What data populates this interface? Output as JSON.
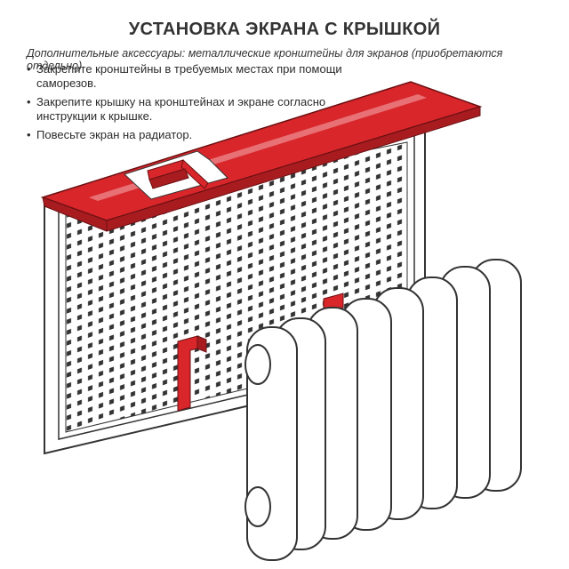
{
  "title": "УСТАНОВКА ЭКРАНА С КРЫШКОЙ",
  "subtitle": "Дополнительные аксессуары: металлические кронштейны для экранов (приобретаются отдельно).",
  "bullet_glyph": "•",
  "steps": [
    "Закрепите кронштейны в требуемых местах при помощи саморезов.",
    "Закрепите крышку на кронштейнах и экране согласно инструкции к крышке.",
    "Повесьте экран на радиатор."
  ],
  "colors": {
    "accent_red": "#d8262b",
    "dark_red": "#a81c20",
    "outline": "#333333",
    "panel": "#ffffff"
  },
  "icons": [
    "screen-panel",
    "cover-lid",
    "bracket",
    "radiator"
  ]
}
